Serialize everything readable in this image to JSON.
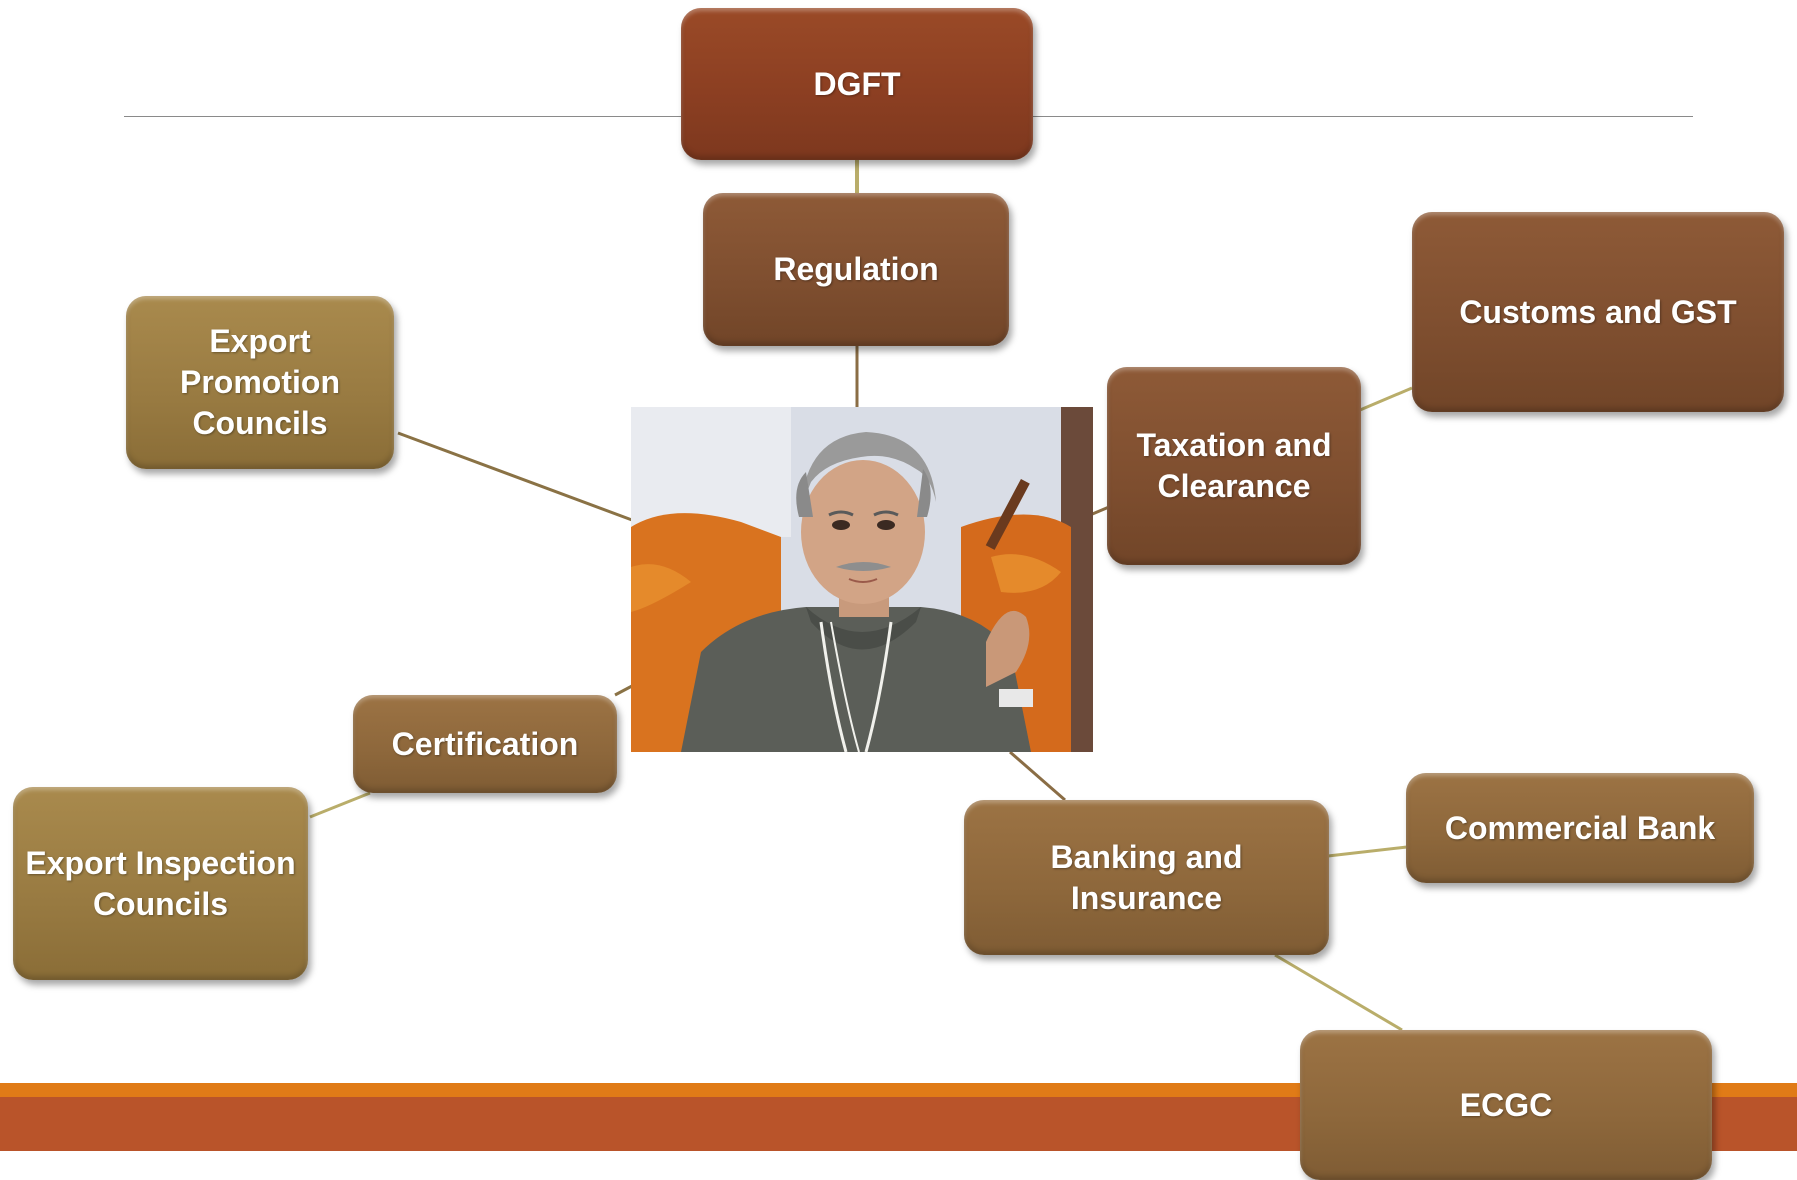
{
  "diagram": {
    "nodes": {
      "dgft": "DGFT",
      "regulation": "Regulation",
      "export_promotion_councils": "Export Promotion Councils",
      "customs_gst": "Customs and GST",
      "taxation_clearance": "Taxation and Clearance",
      "certification": "Certification",
      "export_inspection_councils": "Export Inspection Councils",
      "banking_insurance": "Banking and Insurance",
      "commercial_bank": "Commercial Bank",
      "ecgc": "ECGC"
    }
  },
  "colors": {
    "dgft": "#8c3f22",
    "brown_node": "#7e4e2f",
    "tan_node": "#987a41",
    "connector": "#b9ad6a",
    "footer_orange": "#e07b17",
    "footer_rust": "#b9542a"
  }
}
